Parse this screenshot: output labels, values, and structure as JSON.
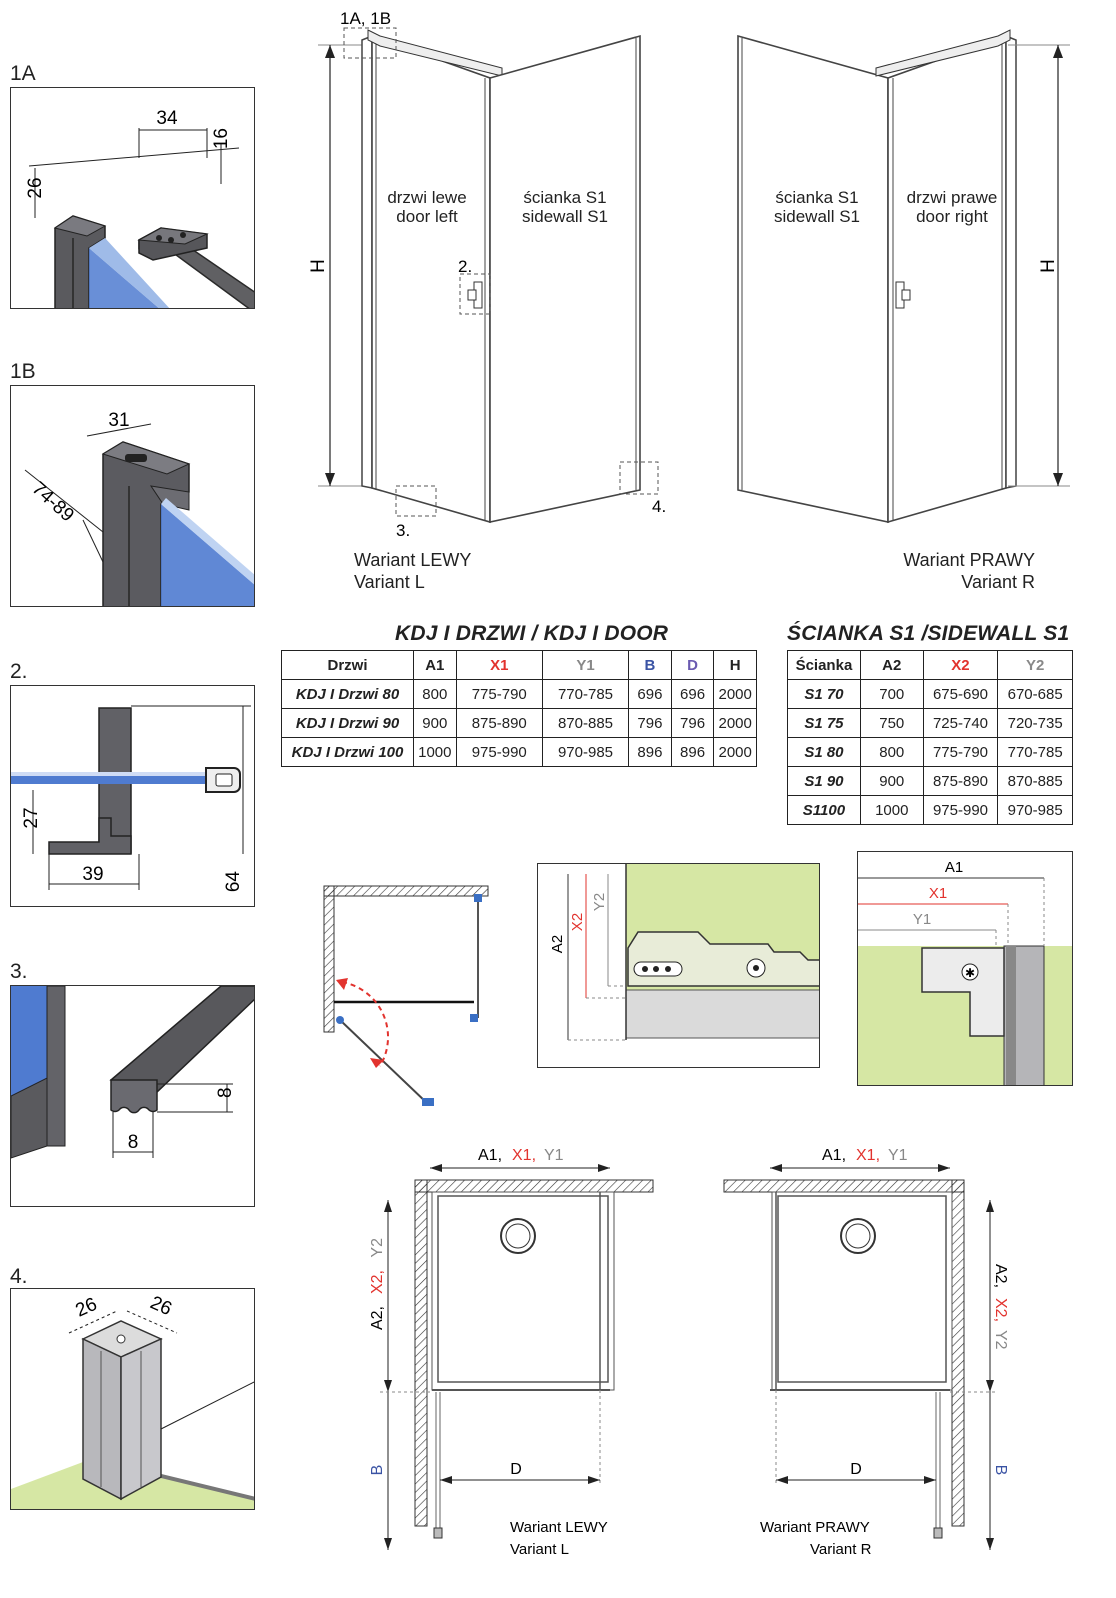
{
  "details": {
    "d1a": {
      "label": "1A",
      "dim_width": "34",
      "dim_height": "16",
      "dim_side": "26"
    },
    "d1b": {
      "label": "1B",
      "dim_width": "31",
      "dim_range": "74-89"
    },
    "d2": {
      "label": "2.",
      "dim_height": "27",
      "dim_width": "39",
      "dim_total": "64"
    },
    "d3": {
      "label": "3.",
      "dim_a": "8",
      "dim_b": "8"
    },
    "d4": {
      "label": "4.",
      "dim_a": "26",
      "dim_b": "26"
    }
  },
  "elevation": {
    "callout_top": "1A, 1B",
    "callout_handle": "2.",
    "callout_bottom": "3.",
    "callout_corner": "4.",
    "height_label": "H",
    "left": {
      "door_pl": "drzwi lewe",
      "door_en": "door left",
      "wall_pl": "ścianka S1",
      "wall_en": "sidewall S1",
      "variant_pl": "Wariant LEWY",
      "variant_en": "Variant L"
    },
    "right": {
      "wall_pl": "ścianka S1",
      "wall_en": "sidewall S1",
      "door_pl": "drzwi prawe",
      "door_en": "door right",
      "variant_pl": "Wariant PRAWY",
      "variant_en": "Variant R"
    }
  },
  "door_table": {
    "title": "KDJ I DRZWI / KDJ I DOOR",
    "headers": [
      "Drzwi",
      "A1",
      "X1",
      "Y1",
      "B",
      "D",
      "H"
    ],
    "rows": [
      [
        "KDJ I Drzwi 80",
        "800",
        "775-790",
        "770-785",
        "696",
        "696",
        "2000"
      ],
      [
        "KDJ I Drzwi 90",
        "900",
        "875-890",
        "870-885",
        "796",
        "796",
        "2000"
      ],
      [
        "KDJ I Drzwi 100",
        "1000",
        "975-990",
        "970-985",
        "896",
        "896",
        "2000"
      ]
    ]
  },
  "wall_table": {
    "title": "ŚCIANKA S1 /SIDEWALL S1",
    "headers": [
      "Ścianka",
      "A2",
      "X2",
      "Y2"
    ],
    "rows": [
      [
        "S1 70",
        "700",
        "675-690",
        "670-685"
      ],
      [
        "S1 75",
        "750",
        "725-740",
        "720-735"
      ],
      [
        "S1 80",
        "800",
        "775-790",
        "770-785"
      ],
      [
        "S1 90",
        "900",
        "875-890",
        "870-885"
      ],
      [
        "S1100",
        "1000",
        "975-990",
        "970-985"
      ]
    ]
  },
  "details_mid": {
    "a2": "A2",
    "x2": "X2",
    "y2": "Y2",
    "a1": "A1",
    "x1": "X1",
    "y1": "Y1"
  },
  "plans": {
    "top_dim": {
      "a": "A1,",
      "x": "X1,",
      "y": "Y1"
    },
    "side_a": "A2,",
    "side_x": "X2,",
    "side_y": "Y2",
    "b": "B",
    "d": "D",
    "left_variant_pl": "Wariant LEWY",
    "left_variant_en": "Variant L",
    "right_variant_pl": "Wariant PRAWY",
    "right_variant_en": "Variant R"
  },
  "colors": {
    "red": "#e2332e",
    "blue": "#3a53a4",
    "purple": "#6a5ab0",
    "gray": "#888888",
    "glass": "#4f7bd0",
    "floor": "#d6e7a4"
  }
}
